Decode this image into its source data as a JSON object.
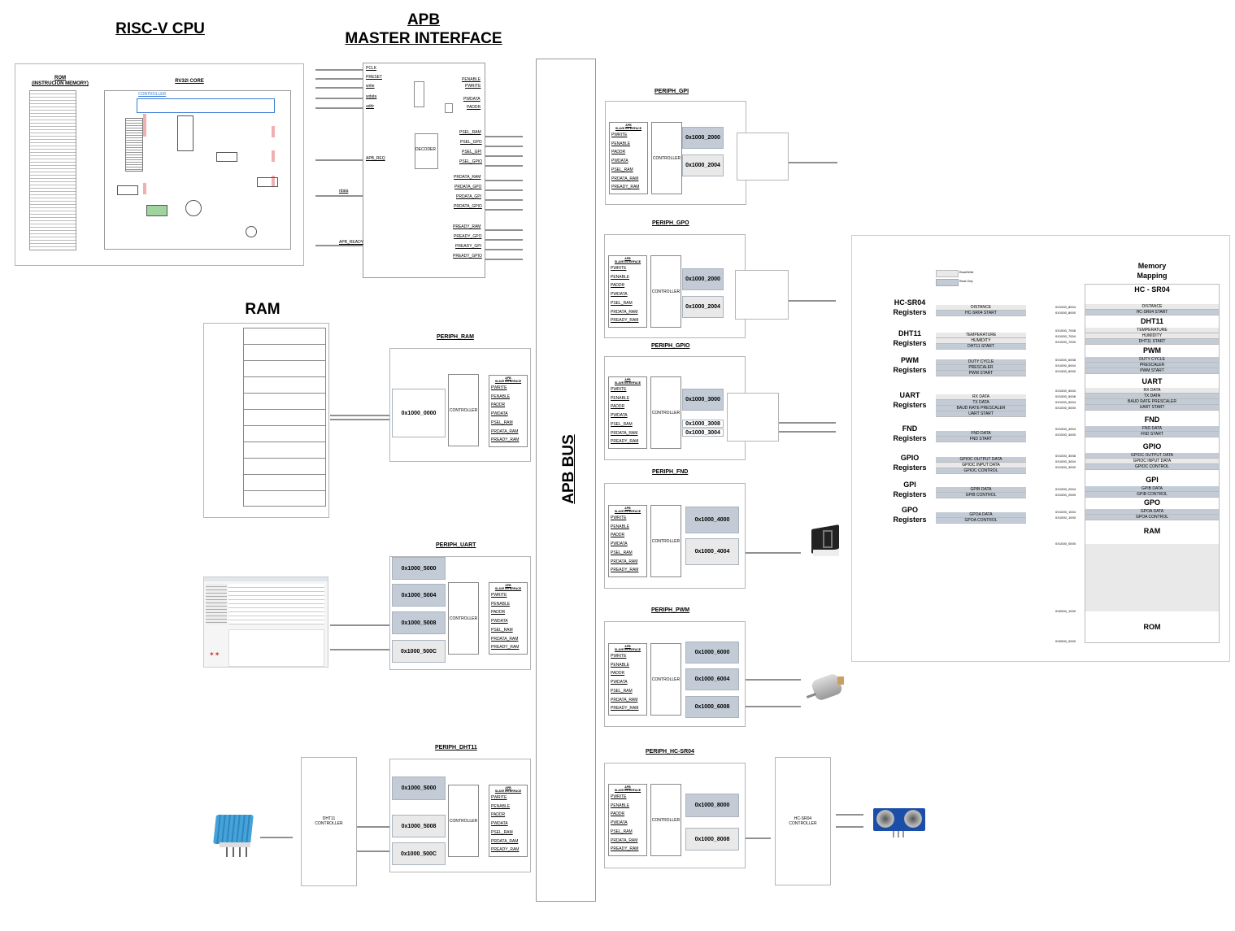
{
  "titles": {
    "cpu": "RISC-V CPU",
    "apb_line1": "APB",
    "apb_line2": "MASTER INTERFACE",
    "ram": "RAM",
    "bus": "APB BUS"
  },
  "cpu": {
    "rom_line1": "ROM",
    "rom_line2": "(INSTRUCION MEMORY)",
    "core": "RV32I CORE",
    "controller": "CONTROLLER"
  },
  "master": {
    "inputs": [
      "PCLK",
      "PRESET",
      "write",
      "wdata",
      "addr"
    ],
    "outputs": [
      "PENABLE",
      "PWRITE",
      "PWDATA",
      "PADDR"
    ],
    "decoder": "DECODER",
    "psel": [
      "PSEL_RAM",
      "PSEL_GPO",
      "PSEL_GPI",
      "PSEL_GPIO"
    ],
    "prdata": [
      "PRDATA_RAM",
      "PRDATA_GPO",
      "PRDATA_GPI",
      "PRDATA_GPIO"
    ],
    "pready": [
      "PREADY_RAM",
      "PREADY_GPO",
      "PREADY_GPI",
      "PREADY_GPIO"
    ],
    "apb_req": "APB_REQ",
    "rdata": "rdata",
    "apb_ready": "APB_READY"
  },
  "slave": {
    "title_line1": "APB",
    "title_line2": "SLAVE INTERFACE",
    "signals": [
      "PWRITE",
      "PENABLE",
      "PADDR",
      "PWDATA",
      "PSEL_RAM",
      "PRDATA_RAM",
      "PREADY_RAM"
    ],
    "controller": "CONTROLLER"
  },
  "periphs": {
    "gpi": {
      "title": "PERIPH_GPI",
      "regs": [
        "0x1000_2000",
        "0x1000_2004"
      ]
    },
    "gpo": {
      "title": "PERIPH_GPO",
      "regs": [
        "0x1000_2000",
        "0x1000_2004"
      ]
    },
    "gpio": {
      "title": "PERIPH_GPIO",
      "regs": [
        "0x1000_3000",
        "0x1000_3008",
        "0x1000_3004"
      ]
    },
    "fnd": {
      "title": "PERIPH_FND",
      "regs": [
        "0x1000_4000",
        "0x1000_4004"
      ]
    },
    "pwm": {
      "title": "PERIPH_PWM",
      "regs": [
        "0x1000_6000",
        "0x1000_6004",
        "0x1000_6008"
      ]
    },
    "hcsr04": {
      "title": "PERIPH_HC-SR04",
      "regs": [
        "0x1000_8000",
        "0x1000_8008"
      ],
      "ext_ctrl_line1": "HC-SR04",
      "ext_ctrl_line2": "CONTROLLER"
    },
    "ram": {
      "title": "PERIPH_RAM",
      "regs": [
        "0x1000_0000"
      ]
    },
    "uart": {
      "title": "PERIPH_UART",
      "regs": [
        "0x1000_5000",
        "0x1000_5004",
        "0x1000_5008",
        "0x1000_500C"
      ]
    },
    "dht11": {
      "title": "PERIPH_DHT11",
      "regs": [
        "0x1000_5000",
        "0x1000_5008",
        "0x1000_500C"
      ],
      "ext_ctrl_line1": "DHT11",
      "ext_ctrl_line2": "CONTROLLER"
    }
  },
  "memory_map": {
    "title_line1": "Memory",
    "title_line2": "Mapping",
    "legend": [
      "Read/Write",
      "Read Only"
    ],
    "left_groups": [
      {
        "name_line1": "HC-SR04",
        "name_line2": "Registers",
        "rows": [
          "DISTANCE",
          "HC-SR04 START"
        ]
      },
      {
        "name_line1": "DHT11",
        "name_line2": "Registers",
        "rows": [
          "TEMPERATURE",
          "HUMIDITY",
          "DHT11 START"
        ]
      },
      {
        "name_line1": "PWM",
        "name_line2": "Registers",
        "rows": [
          "DUTY CYCLE",
          "PRESCALER",
          "PWM START"
        ]
      },
      {
        "name_line1": "UART",
        "name_line2": "Registers",
        "rows": [
          "RX DATA",
          "TX DATA",
          "BAUD RATE PRESCALER",
          "UART START"
        ]
      },
      {
        "name_line1": "FND",
        "name_line2": "Registers",
        "rows": [
          "FND DATA",
          "FND START"
        ]
      },
      {
        "name_line1": "GPIO",
        "name_line2": "Registers",
        "rows": [
          "GPIOC OUTPUT DATA",
          "GPIOC INPUT DATA",
          "GPIOC CONTROL"
        ]
      },
      {
        "name_line1": "GPI",
        "name_line2": "Registers",
        "rows": [
          "GPIB DATA",
          "GPIB CONTROL"
        ]
      },
      {
        "name_line1": "GPO",
        "name_line2": "Registers",
        "rows": [
          "GPOA DATA",
          "GPOA CONTROL"
        ]
      }
    ],
    "right_sections": [
      {
        "name": "HC - SR04",
        "rows": [
          "DISTANCE",
          "HC-SR04 START"
        ],
        "addrs": [
          "0X1000_8004",
          "0X1000_8000"
        ]
      },
      {
        "name": "DHT11",
        "rows": [
          "TEMPERATURE",
          "HUMIDITY",
          "DHT11 START"
        ],
        "addrs": [
          "0X1000_7008",
          "0X1000_7004",
          "0X1000_7000"
        ]
      },
      {
        "name": "PWM",
        "rows": [
          "DUTY CYCLE",
          "PRESCALER",
          "PWM START"
        ],
        "addrs": [
          "0X1000_6008",
          "0X1000_6004",
          "0X1000_6000"
        ]
      },
      {
        "name": "UART",
        "rows": [
          "RX DATA",
          "TX DATA",
          "BAUD RATE PRESCALER",
          "UART START"
        ],
        "addrs": [
          "0X1000_500C",
          "0X1000_5008",
          "0X1000_5004",
          "0X1000_5000"
        ]
      },
      {
        "name": "FND",
        "rows": [
          "FND DATA",
          "FND START"
        ],
        "addrs": [
          "0X1000_4004",
          "0X1000_4000"
        ]
      },
      {
        "name": "GPIO",
        "rows": [
          "GPIOC OUTPUT DATA",
          "GPIOC INPUT DATA",
          "GPIOC CONTROL"
        ],
        "addrs": [
          "0X1000_3008",
          "0X1000_3004",
          "0X1000_3000"
        ]
      },
      {
        "name": "GPI",
        "rows": [
          "GPIB DATA",
          "GPIB CONTROL"
        ],
        "addrs": [
          "0X1000_2004",
          "0X1000_2000"
        ]
      },
      {
        "name": "GPO",
        "rows": [
          "GPOA DATA",
          "GPOA CONTROL"
        ],
        "addrs": [
          "0X1000_1004",
          "0X1000_1000"
        ]
      }
    ],
    "ram": "RAM",
    "ram_addrs": [
      "0X1000_0000",
      "0X0000_1000"
    ],
    "rom": "ROM",
    "rom_addr": "0X0000_0000"
  },
  "colors": {
    "read_write": "#e9e9e9",
    "read_only": "#c3ccd6",
    "border": "#b5b5b5"
  }
}
